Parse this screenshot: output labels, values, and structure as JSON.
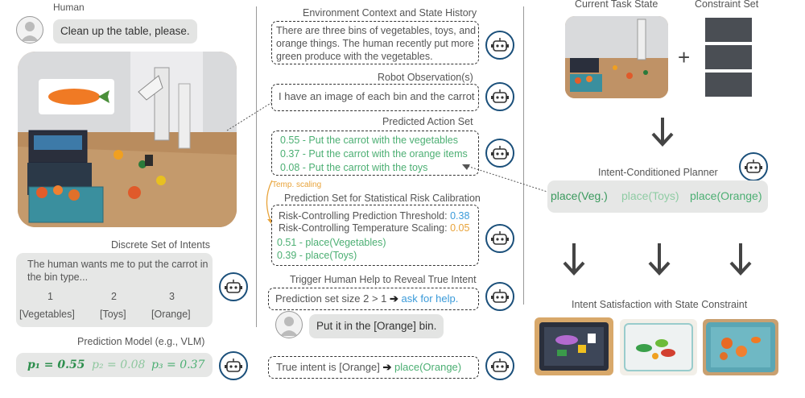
{
  "left": {
    "human_label": "Human",
    "human_request": "Clean up the table, please.",
    "intents_title": "Discrete Set of Intents",
    "intents_prompt": "The human wants me to put the carrot in the bin type...",
    "intent_numbers": [
      "1",
      "2",
      "3"
    ],
    "intent_names": [
      "[Vegetables]",
      "[Toys]",
      "[Orange]"
    ],
    "prediction_title": "Prediction Model (e.g., VLM)",
    "p1": "p₁ = 0.55",
    "p2": "p₂ = 0.08",
    "p3": "p₃ = 0.37"
  },
  "middle": {
    "env_title": "Environment Context and State History",
    "env_text": "There are three bins of vegetables, toys, and orange things. The human recently put more green produce with the vegetables.",
    "obs_title": "Robot Observation(s)",
    "obs_text": "I have an image of each bin and the carrot",
    "action_title": "Predicted Action Set",
    "actions": [
      "0.55 - Put the carrot with the vegetables",
      "0.37 - Put the carrot with the orange items",
      "0.08 - Put the carrot with the toys"
    ],
    "temp_scaling": "Temp. scaling",
    "risk_title": "Prediction Set for Statistical Risk Calibration",
    "risk_threshold_label": "Risk-Controlling Prediction Threshold:",
    "risk_threshold_value": "0.38",
    "risk_temp_label": "Risk-Controlling Temperature Scaling:",
    "risk_temp_value": "0.05",
    "risk_set": [
      "0.51 - place(Vegetables)",
      "0.39 - place(Toys)"
    ],
    "trigger_title": "Trigger Human Help to Reveal True Intent",
    "trigger_text": "Prediction set size 2 > 1",
    "trigger_action": "ask for help.",
    "human_reply": "Put it in the [Orange] bin.",
    "true_intent_text": "True intent is [Orange]",
    "true_intent_action": "place(Orange)"
  },
  "right": {
    "task_state_title": "Current Task State",
    "constraint_title": "Constraint Set",
    "plus": "+",
    "planner_title": "Intent-Conditioned Planner",
    "plans": [
      "place(Veg.)",
      "place(Toys)",
      "place(Orange)"
    ],
    "satisfaction_title": "Intent Satisfaction with State Constraint"
  },
  "colors": {
    "green": "#4caf73",
    "blue": "#3a9ad9",
    "orange": "#e8a33a",
    "robot_outline": "#1a4f7a",
    "constraint_block": "#4a4e54"
  }
}
